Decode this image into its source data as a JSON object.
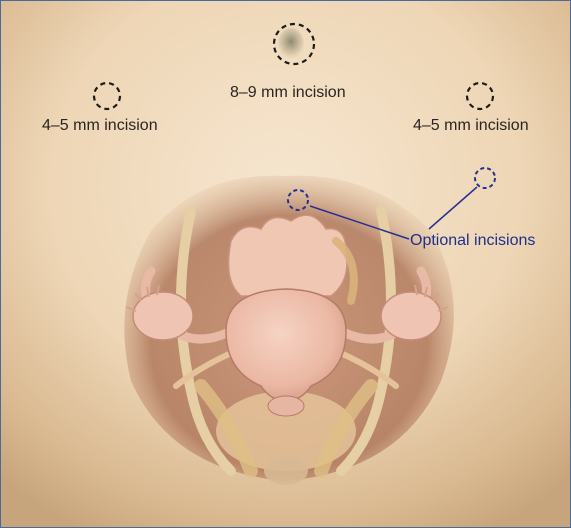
{
  "labels": {
    "umbilical": "8–9 mm incision",
    "left_port": "4–5 mm incision",
    "right_port": "4–5 mm incision",
    "optional": "Optional incisions"
  },
  "colors": {
    "skin": "#f1dcc0",
    "skin_shadow": "#c6a27a",
    "organ": "#ecbaa8",
    "organ_edge": "#b57b68",
    "ligament": "#ddc28e",
    "incision_ring": "#1b1b1b",
    "optional_ring": "#27318f",
    "border": "#4a6a9a"
  }
}
